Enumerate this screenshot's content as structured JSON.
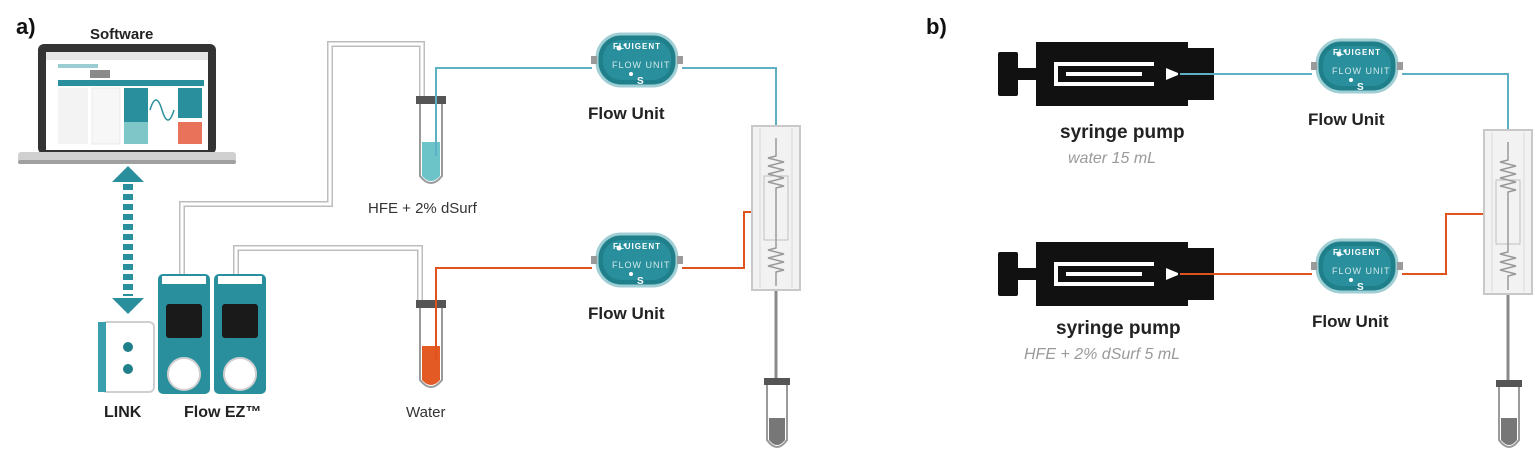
{
  "panels": {
    "a": "a)",
    "b": "b)"
  },
  "panel_a": {
    "software_label": "Software",
    "link_label": "LINK",
    "flow_ez_label": "Flow EZ™",
    "tube_top_label": "HFE + 2% dSurf",
    "tube_bottom_label": "Water",
    "flow_unit_top_label": "Flow Unit",
    "flow_unit_bottom_label": "Flow Unit"
  },
  "panel_b": {
    "pump_top_label": "syringe pump",
    "pump_top_sublabel": "water 15 mL",
    "pump_bottom_label": "syringe pump",
    "pump_bottom_sublabel": "HFE + 2% dSurf 5 mL",
    "flow_unit_top_label": "Flow Unit",
    "flow_unit_bottom_label": "Flow Unit"
  },
  "flow_unit_device": {
    "brand": "FLUIGENT",
    "text": "FLOW UNIT",
    "mark": "S"
  },
  "colors": {
    "teal": "#2a8f9c",
    "blue_line": "#5fb0c4",
    "orange_line": "#e0531f",
    "fluid_blue": "#6cc3c8",
    "fluid_orange": "#e45a25",
    "dark": "#111111"
  }
}
